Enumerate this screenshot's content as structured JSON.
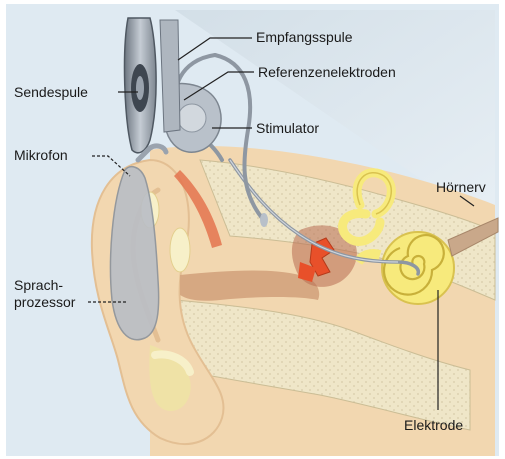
{
  "labels": {
    "empfangsspule": "Empfangsspule",
    "referenzelektroden": "Referenzenelektroden",
    "sendespule": "Sendespule",
    "stimulator": "Stimulator",
    "mikrofon": "Mikrofon",
    "hoernerv": "Hörnerv",
    "sprachprozessor_line1": "Sprach-",
    "sprachprozessor_line2": "prozessor",
    "elektrode": "Elektrode"
  },
  "colors": {
    "background": "#dfeaf2",
    "skin": "#f2d7b0",
    "skin_dark": "#e3bf93",
    "bone": "#efe6c8",
    "bone_dot": "#d8ccaa",
    "cochlea": "#f7ea7c",
    "ossicles": "#e8502a",
    "device": "#9aa3ae",
    "device_dark": "#5f6873",
    "processor": "#b9bec6",
    "nerve": "#c9a88a"
  }
}
